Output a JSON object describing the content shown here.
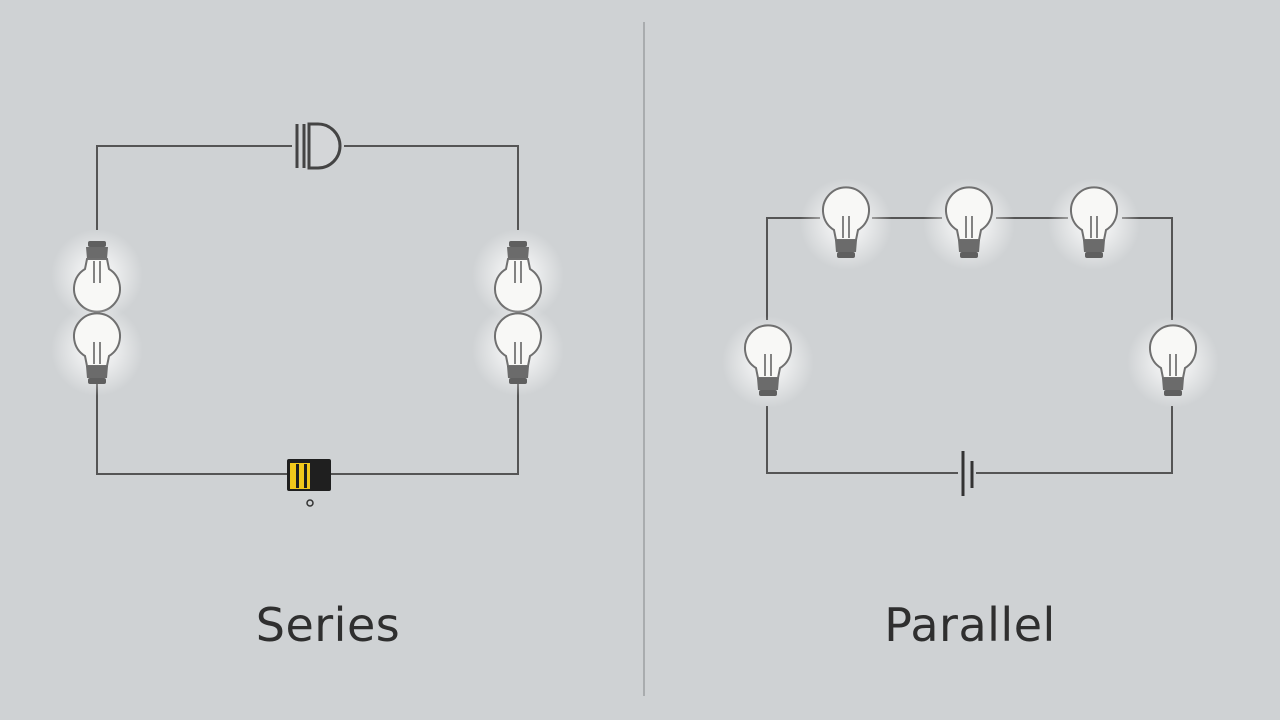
{
  "diagram": {
    "labels": {
      "series": "Series",
      "parallel": "Parallel"
    },
    "colors": {
      "background": "#cfd2d4",
      "wire": "#555555",
      "bulb_base": "#6b6b6b",
      "bulb_glass": "#f8f8f6",
      "glow": "#ffffff",
      "battery": "#f2c81b"
    },
    "series_circuit": {
      "bulb_count": 4,
      "components": [
        "switch-icon",
        "battery-icon"
      ]
    },
    "parallel_circuit": {
      "bulb_count": 5,
      "components": [
        "cell-icon"
      ]
    }
  }
}
